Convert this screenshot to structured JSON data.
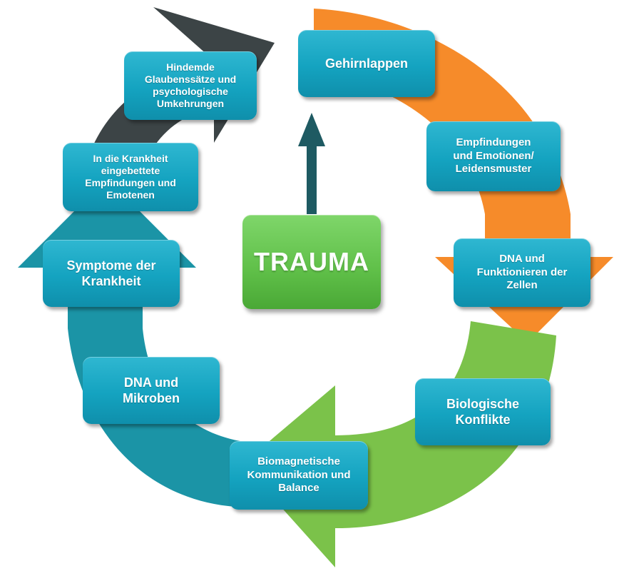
{
  "center_label": "TRAUMA",
  "nodes": {
    "gehirnlappen": "Gehirnlappen",
    "empfindungen": [
      "Empfindungen",
      "und Emotionen/",
      "Leidensmuster"
    ],
    "dna_zellen": [
      "DNA und",
      "Funktionieren der",
      "Zellen"
    ],
    "biologische": [
      "Biologische",
      "Konflikte"
    ],
    "biomagnetische": [
      "Biomagnetische",
      "Kommunikation und",
      "Balance"
    ],
    "dna_mikroben": [
      "DNA und",
      "Mikroben"
    ],
    "symptome": [
      "Symptome der",
      "Krankheit"
    ],
    "eingebettete": [
      "In die Krankheit",
      "eingebettete",
      "Empfindungen und",
      "Emotenen"
    ],
    "hindernde": [
      "Hindemde",
      "Glaubenssätze und",
      "psychologische",
      "Umkehrungen"
    ]
  },
  "colors": {
    "node_blue": "#14a3c0",
    "center_green": "#5fbf48",
    "arrow_orange": "#f68b2a",
    "arrow_green": "#7bc24a",
    "arrow_teal": "#1b94a6",
    "arrow_dark": "#3c4446",
    "up_arrow": "#1e5a62"
  }
}
